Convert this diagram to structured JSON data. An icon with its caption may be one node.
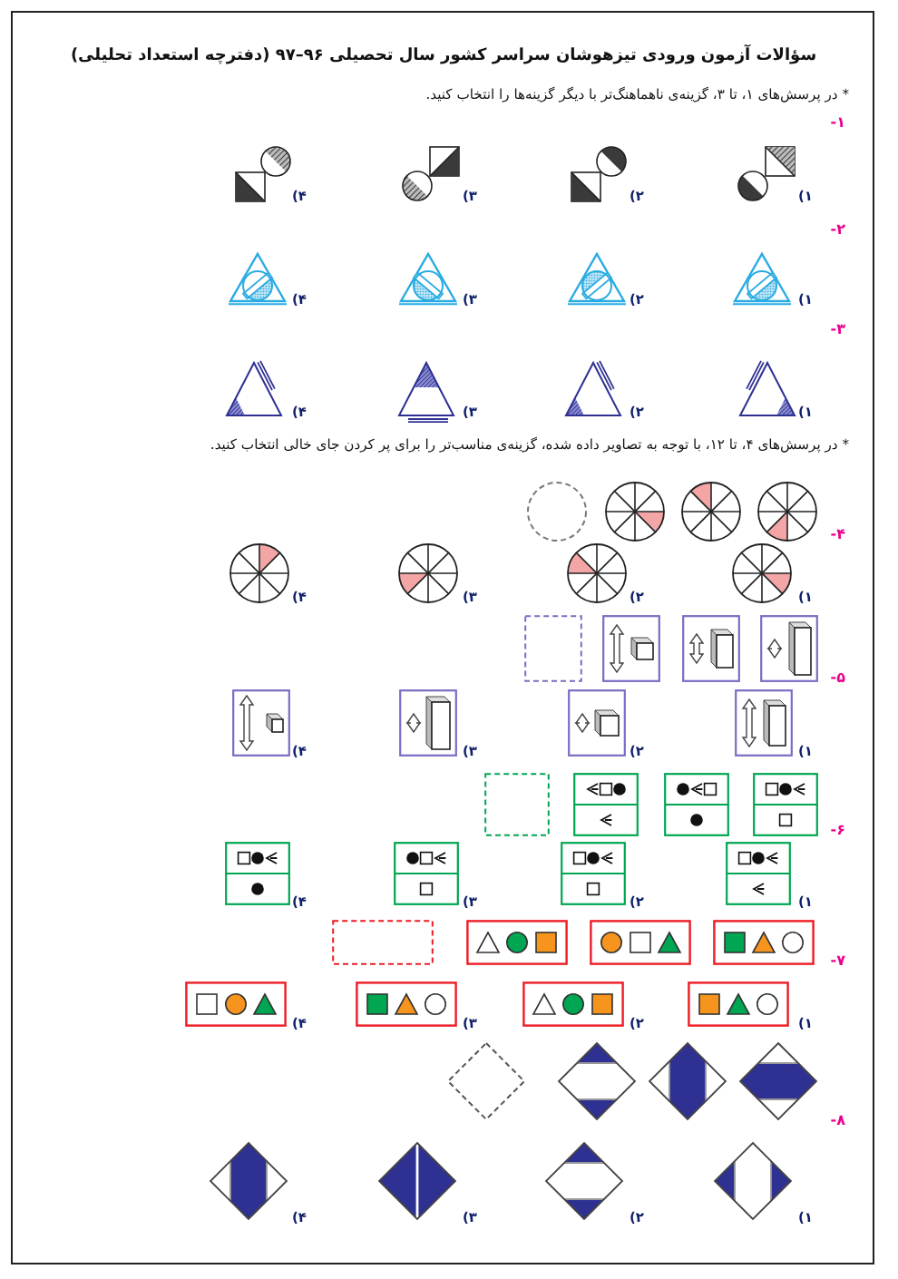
{
  "diagram": {
    "title": "سؤالات آزمون ورودی تیزهوشان سراسر کشور سال تحصیلی ۹۶–۹۷ (دفترچه استعداد تحلیلی)",
    "labels": [
      "* در پرسش‌های ۱، تا ۳، گزینه‌ی ناهماهنگ‌تر با دیگر گزینه‌ها را انتخاب کنید.",
      "۱-",
      "۱)",
      "۲)",
      "۳)",
      "۴)",
      "۲-",
      "۱)",
      "۲)",
      "۳)",
      "۴)",
      "۳-",
      "۱)",
      "۲)",
      "۳)",
      "۴)",
      "* در پرسش‌های ۴، تا ۱۲، با توجه به تصاویر داده شده، گزینه‌ی مناسب‌تر را برای پر کردن جای خالی انتخاب کنید.",
      "۴-",
      "۱)",
      "۲)",
      "۳)",
      "۴)",
      "۵-",
      "۱)",
      "۲)",
      "۳)",
      "۴)",
      "۶-",
      "۱)",
      "۲)",
      "۳)",
      "۴)",
      "۷-",
      "۱)",
      "۲)",
      "۳)",
      "۴)",
      "۸-",
      "۱)",
      "۲)",
      "۳)",
      "۴)"
    ]
  }
}
